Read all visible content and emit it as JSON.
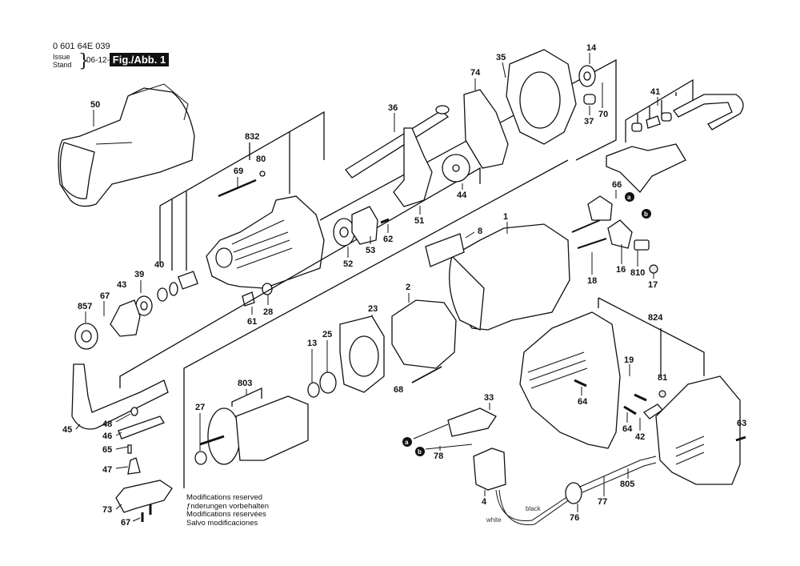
{
  "header": {
    "part_code": "0 601 64E 039",
    "issue_label": "Issue",
    "stand_label": "Stand",
    "brace": "}",
    "date": "06-12-06",
    "figure_label": "Fig./Abb. 1"
  },
  "footer": {
    "modifications": [
      "Modifications reserved",
      "ƒnderungen vorbehalten",
      "Modifications reservées",
      "Salvo modificaciones"
    ]
  },
  "wire_labels": {
    "black": "black",
    "white": "white"
  },
  "connector_markers": {
    "a": "a",
    "b": "b"
  },
  "part_labels": {
    "p50": "50",
    "p832": "832",
    "p80": "80",
    "p69": "69",
    "p40": "40",
    "p39": "39",
    "p43": "43",
    "p67a": "67",
    "p857": "857",
    "p61": "61",
    "p28": "28",
    "p36": "36",
    "p74": "74",
    "p35": "35",
    "p14": "14",
    "p37": "37",
    "p70": "70",
    "p44": "44",
    "p51": "51",
    "p52": "52",
    "p53": "53",
    "p62": "62",
    "p41": "41",
    "p66": "66",
    "p1": "1",
    "p8": "8",
    "p18": "18",
    "p16": "16",
    "p810": "810",
    "p17": "17",
    "p2": "2",
    "p23": "23",
    "p25": "25",
    "p13": "13",
    "p68": "68",
    "p803": "803",
    "p27": "27",
    "p45": "45",
    "p48": "48",
    "p46": "46",
    "p65": "65",
    "p47": "47",
    "p73": "73",
    "p67b": "67",
    "p824": "824",
    "p19": "19",
    "p81": "81",
    "p64a": "64",
    "p64b": "64",
    "p42": "42",
    "p63": "63",
    "p33": "33",
    "p78": "78",
    "p4": "4",
    "p805": "805",
    "p77": "77",
    "p76": "76"
  }
}
